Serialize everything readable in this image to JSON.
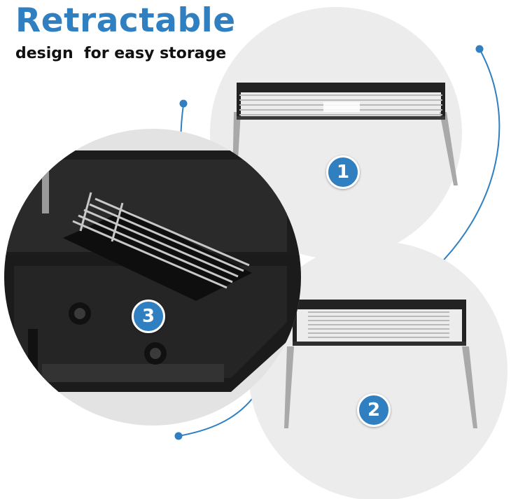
{
  "headline": "Retractable",
  "subline": "design  for easy storage",
  "accent_color": "#2f7fc1",
  "steps": [
    {
      "number": "1",
      "scene": "rack-extended"
    },
    {
      "number": "2",
      "scene": "rack-compact"
    },
    {
      "number": "3",
      "scene": "rack-on-griddle"
    }
  ]
}
